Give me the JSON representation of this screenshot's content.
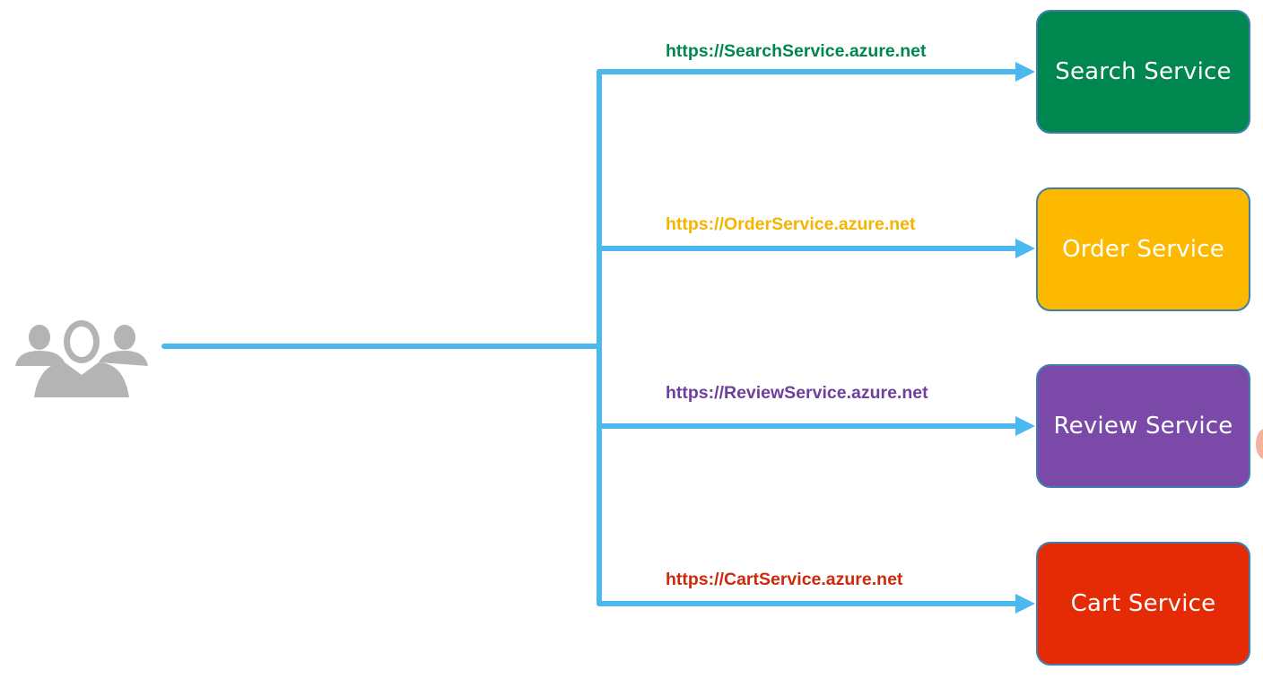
{
  "connector_color": "#4bb8f0",
  "users_icon": {
    "icon": "user-group-icon",
    "color": "#b4b4b4"
  },
  "services": [
    {
      "url": "https://SearchService.azure.net",
      "name": "Search Service",
      "color": "#00874f",
      "url_color": "#00874f"
    },
    {
      "url": "https://OrderService.azure.net",
      "name": "Order Service",
      "color": "#fdb900",
      "url_color": "#f5b400"
    },
    {
      "url": "https://ReviewService.azure.net",
      "name": "Review Service",
      "color": "#7b4aa8",
      "url_color": "#6e3f9e"
    },
    {
      "url": "https://CartService.azure.net",
      "name": "Cart Service",
      "color": "#e52b05",
      "url_color": "#cc2a0a"
    }
  ]
}
